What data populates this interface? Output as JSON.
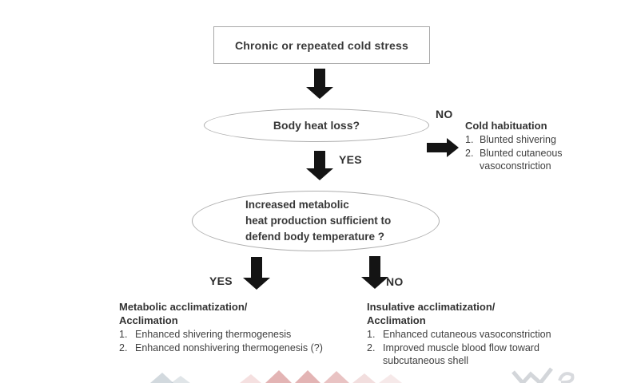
{
  "flowchart": {
    "start_box_label": "Chronic or repeated cold stress",
    "q1_label": "Body heat loss?",
    "q1_no_label": "NO",
    "q1_yes_label": "YES",
    "cold_habituation": {
      "title": "Cold habituation",
      "items": [
        {
          "num": "1.",
          "text": "Blunted shivering"
        },
        {
          "num": "2.",
          "text": "Blunted cutaneous vasoconstriction"
        }
      ]
    },
    "q2_lines": {
      "0": "Increased metabolic",
      "1": "heat production sufficient to",
      "2": "defend body temperature ?"
    },
    "q2_yes_label": "YES",
    "q2_no_label": "NO",
    "metabolic": {
      "title_line1": "Metabolic acclimatization/",
      "title_line2": "Acclimation",
      "items": [
        {
          "num": "1.",
          "text": "Enhanced shivering thermogenesis"
        },
        {
          "num": "2.",
          "text": "Enhanced nonshivering thermogenesis (?)"
        }
      ]
    },
    "insulative": {
      "title_line1": "Insulative acclimatization/",
      "title_line2": "Acclimation",
      "items": [
        {
          "num": "1.",
          "text": "Enhanced cutaneous vasoconstriction"
        },
        {
          "num": "2.",
          "text": "Improved muscle blood flow toward subcutaneous shell"
        }
      ]
    },
    "colors": {
      "arrow": "#141414",
      "shape_border": "#adadad",
      "text": "#3a3a3a",
      "watermark_red": "#c76a6a",
      "watermark_gray": "#a8aeb6"
    }
  }
}
